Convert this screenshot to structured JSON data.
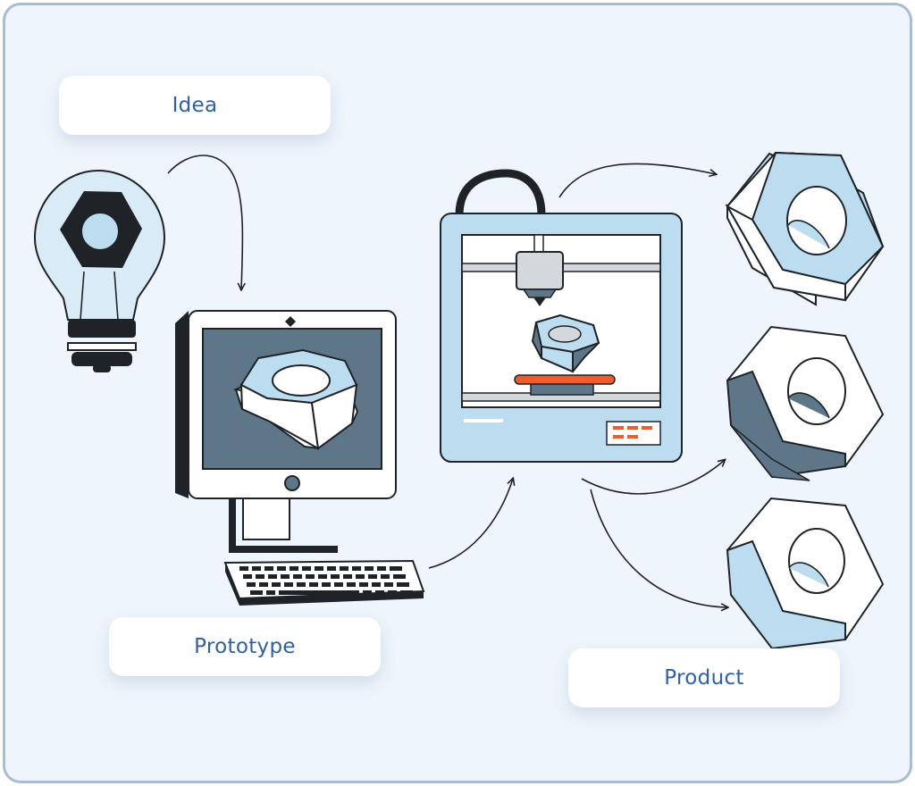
{
  "labels": {
    "idea": "Idea",
    "prototype": "Prototype",
    "product": "Product"
  },
  "icons": {
    "bulb": "lightbulb-icon",
    "computer": "computer-monitor-icon",
    "keyboard": "keyboard-icon",
    "printer": "3d-printer-icon",
    "nut": "hex-nut-icon"
  },
  "colors": {
    "background": "#eef5fc",
    "border": "#a9bcd3",
    "label_text": "#2f5fa8",
    "light_blue": "#bcdcef",
    "slate": "#5e7788",
    "dark": "#1f2328",
    "accent_orange": "#ef5d2c"
  }
}
